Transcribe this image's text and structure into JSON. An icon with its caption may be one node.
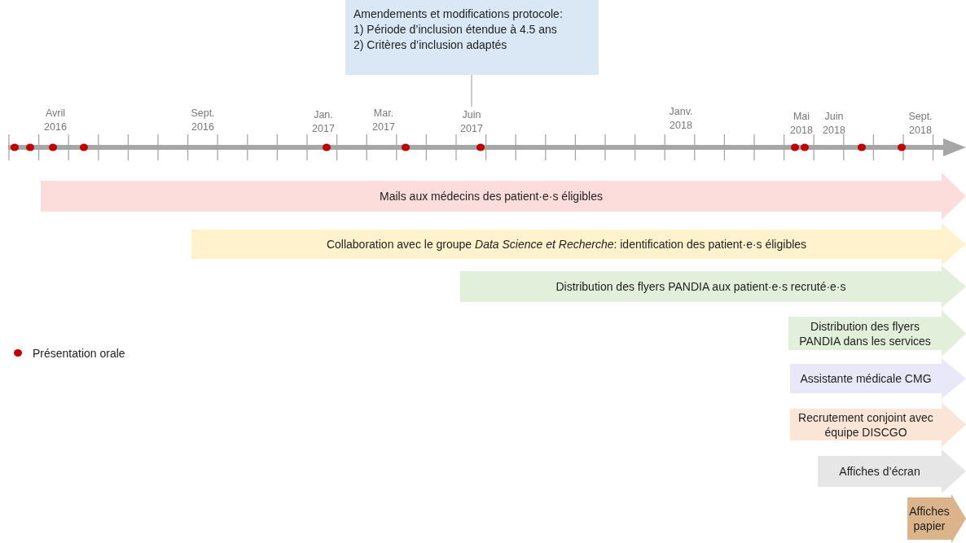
{
  "diagram": {
    "nodes": [
      {
        "text": [
          "Amendements et modifications protocole:",
          "1)  Période d’inclusion étendue à 4.5 ans",
          "2)  Critères d’inclusion adaptés"
        ]
      },
      {
        "text": [
          "Mails aux médecins des patient·e·s éligibles"
        ]
      },
      {
        "text": [
          "Collaboration avec le groupe *Data Science et Recherche*: identification des patient·e·s éligibles"
        ]
      },
      {
        "text": [
          "Distribution des flyers PANDIA aux patient·e·s recruté·e·s"
        ]
      },
      {
        "text": [
          "Distribution des flyers PANDIA dans les services"
        ]
      },
      {
        "text": [
          "Assistante médicale CMG"
        ]
      },
      {
        "text": [
          "Recrutement conjoint avec équipe DISCGO"
        ]
      },
      {
        "text": [
          "Affiches d’écran"
        ]
      },
      {
        "text": [
          "Affiches papier"
        ]
      },
      {
        "text": [
          "Juin 2017"
        ]
      }
    ],
    "edges": [
      {
        "from": 0,
        "to": 9,
        "arrow": "none"
      }
    ],
    "labels": [
      "Avril 2016",
      "Sept. 2016",
      "Jan. 2017",
      "Mar. 2017",
      "Janv. 2018",
      "Mai 2018",
      "Juin 2018",
      "Sept. 2018"
    ],
    "legend": [
      {
        "text": "Présentation orale",
        "color": "#c00000"
      }
    ]
  }
}
